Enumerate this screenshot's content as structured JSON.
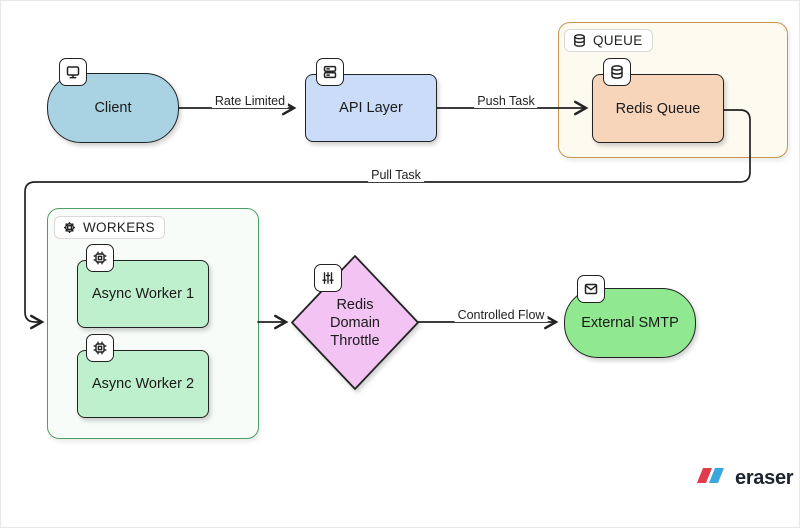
{
  "diagram": {
    "nodes": {
      "client": {
        "label": "Client",
        "icon": "monitor-icon",
        "fill": "#a9d3e2"
      },
      "api_layer": {
        "label": "API Layer",
        "icon": "server-icon",
        "fill": "#cadcf7"
      },
      "redis_queue": {
        "label": "Redis Queue",
        "icon": "database-icon",
        "fill": "#f6d5bb"
      },
      "async_worker_1": {
        "label": "Async Worker 1",
        "icon": "chip-icon",
        "fill": "#bff0cd"
      },
      "async_worker_2": {
        "label": "Async Worker 2",
        "icon": "chip-icon",
        "fill": "#bff0cd"
      },
      "redis_domain_throttle": {
        "label_lines": [
          "Redis",
          "Domain",
          "Throttle"
        ],
        "icon": "sliders-icon",
        "fill": "#f3c3f3"
      },
      "external_smtp": {
        "label": "External SMTP",
        "icon": "mail-icon",
        "fill": "#90e890"
      }
    },
    "groups": {
      "queue": {
        "label": "QUEUE",
        "icon": "database-icon",
        "fill": "#fdfaf0",
        "border": "#c9954d"
      },
      "workers": {
        "label": "WORKERS",
        "icon": "gear-icon",
        "fill": "#f7fcf8",
        "border": "#4f9e66"
      }
    },
    "edges": {
      "rate_limited": {
        "label": "Rate Limited",
        "from": "client",
        "to": "api_layer"
      },
      "push_task": {
        "label": "Push Task",
        "from": "api_layer",
        "to": "redis_queue"
      },
      "pull_task": {
        "label": "Pull Task",
        "from": "redis_queue",
        "to": "workers"
      },
      "worker_to_throttle": {
        "label": "",
        "from": "workers",
        "to": "redis_domain_throttle"
      },
      "controlled_flow": {
        "label": "Controlled Flow",
        "from": "redis_domain_throttle",
        "to": "external_smtp"
      }
    },
    "colors": {
      "edge": "#222222",
      "node_border": "#222222"
    }
  },
  "branding": {
    "logo_text": "eraser",
    "logo_red": "#e33b4e",
    "logo_blue": "#3aa7de"
  }
}
